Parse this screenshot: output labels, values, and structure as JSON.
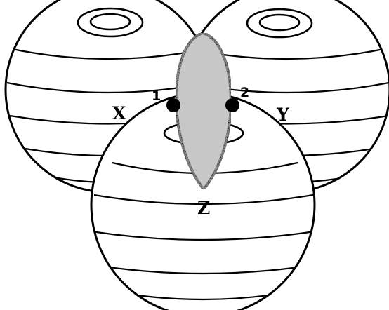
{
  "diagram": {
    "spheres": [
      {
        "id": "X",
        "label": "X"
      },
      {
        "id": "Y",
        "label": "Y"
      },
      {
        "id": "Z",
        "label": "Z"
      }
    ],
    "intersection_points": [
      {
        "id": "1",
        "label": "1"
      },
      {
        "id": "2",
        "label": "2"
      }
    ],
    "colors": {
      "stroke": "#000000",
      "sphere_fill": "#ffffff",
      "lens_fill": "#c9c9c9",
      "point_fill": "#000000"
    }
  }
}
